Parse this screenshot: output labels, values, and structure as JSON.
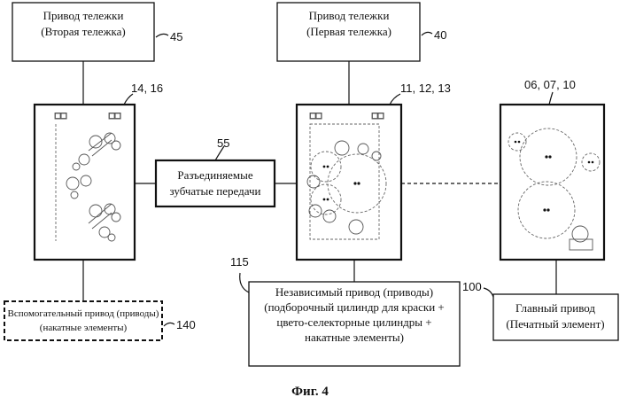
{
  "boxes": {
    "drive_cart2": {
      "line1": "Привод тележки",
      "line2": "(Вторая тележка)",
      "ref": "45"
    },
    "drive_cart1": {
      "line1": "Привод тележки",
      "line2": "(Первая тележка)",
      "ref": "40"
    },
    "unit_left": {
      "ref": "14, 16"
    },
    "unit_mid": {
      "ref": "11, 12, 13"
    },
    "unit_right": {
      "ref": "06, 07, 10"
    },
    "gears": {
      "line1": "Разъединяемые",
      "line2": "зубчатые передачи",
      "ref": "55"
    },
    "aux_drive": {
      "line1": "Вспомогательный привод (приводы)",
      "line2": "(накатные элементы)",
      "ref": "140"
    },
    "indep_drive": {
      "line1": "Независимый привод (приводы)",
      "line2": "(подборочный цилиндр для краски +",
      "line3": "цвето-селекторные цилиндры +",
      "line4": "накатные элементы)",
      "ref": "115"
    },
    "main_drive": {
      "line1": "Главный привод",
      "line2": "(Печатный элемент)",
      "ref": "100"
    }
  },
  "caption": "Фиг. 4"
}
